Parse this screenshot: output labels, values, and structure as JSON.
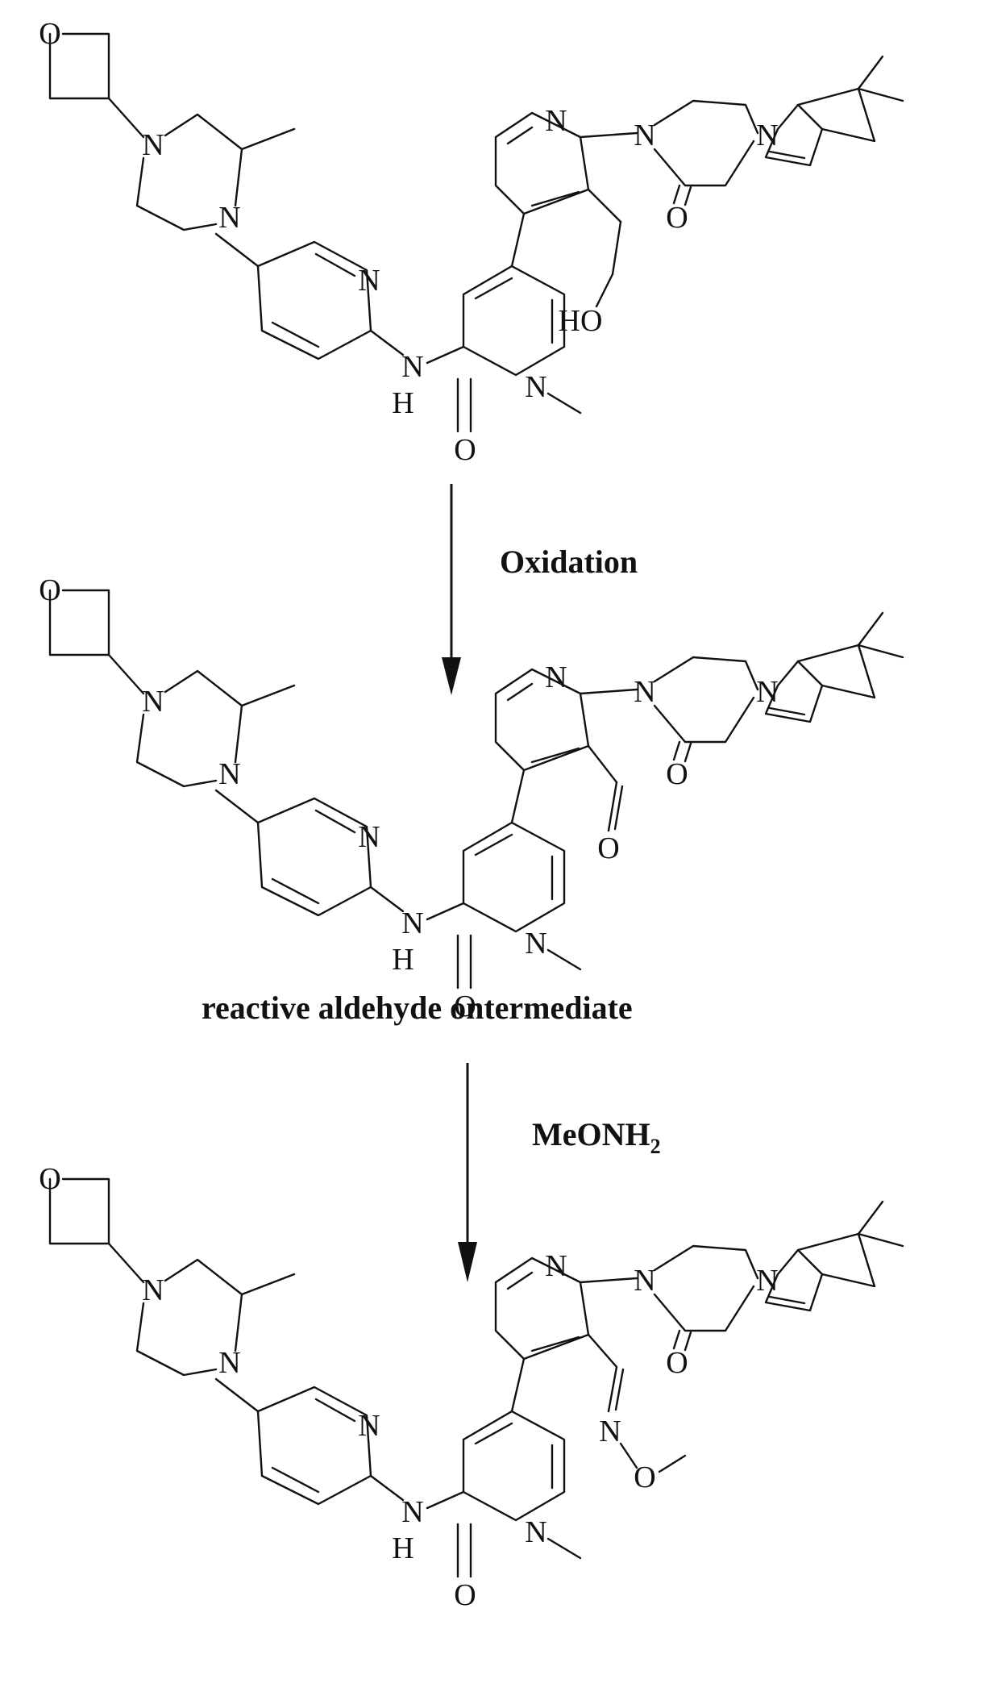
{
  "atom_labels": {
    "oxygen": "O",
    "nitrogen": "N",
    "hydrogen": "H",
    "hydroxyl": "HO"
  },
  "steps": [
    {
      "reagent": "Oxidation"
    },
    {
      "reagent": "MeONH",
      "reagent_subscript": "2"
    }
  ],
  "intermediate_label": "reactive aldehyde ontermediate",
  "structures": [
    {
      "id": "starting-alcohol"
    },
    {
      "id": "aldehyde-intermediate"
    },
    {
      "id": "methoxime-product"
    }
  ]
}
